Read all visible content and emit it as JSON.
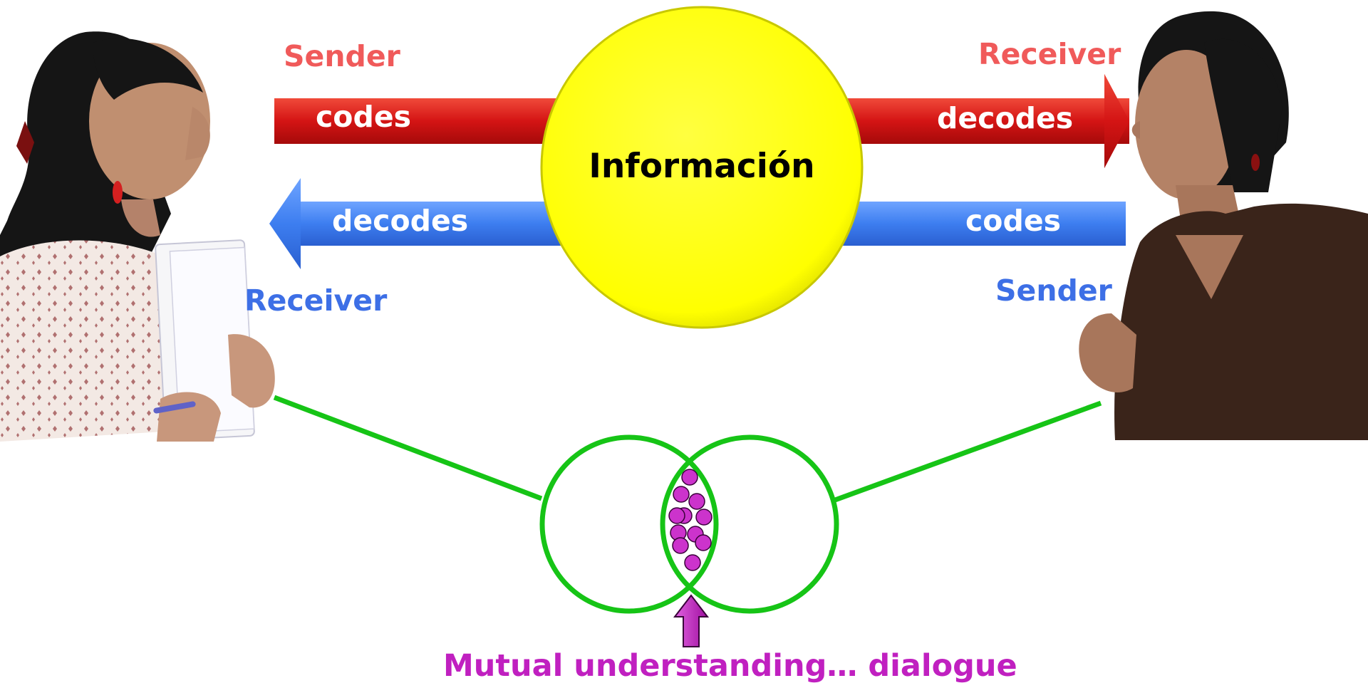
{
  "center": {
    "label": "Información"
  },
  "top_flow": {
    "sender_label": "Sender",
    "receiver_label": "Receiver",
    "left_arrow_text": "codes",
    "right_arrow_text": "decodes"
  },
  "bottom_flow": {
    "receiver_label": "Receiver",
    "sender_label": "Sender",
    "left_arrow_text": "decodes",
    "right_arrow_text": "codes"
  },
  "footer": {
    "caption": "Mutual understanding… dialogue"
  },
  "colors": {
    "red_arrow": "#d41414",
    "blue_arrow": "#3d7ef0",
    "sender_top": "#f05a5a",
    "blue_label": "#3d6fe6",
    "circle_fill": "#ffff00",
    "venn_stroke": "#16c416",
    "dots": "#cc33cc",
    "caption": "#c020c0"
  },
  "people": {
    "left": "woman-in-patterned-blouse-holding-papers",
    "right": "woman-in-brown-top-gesturing"
  }
}
